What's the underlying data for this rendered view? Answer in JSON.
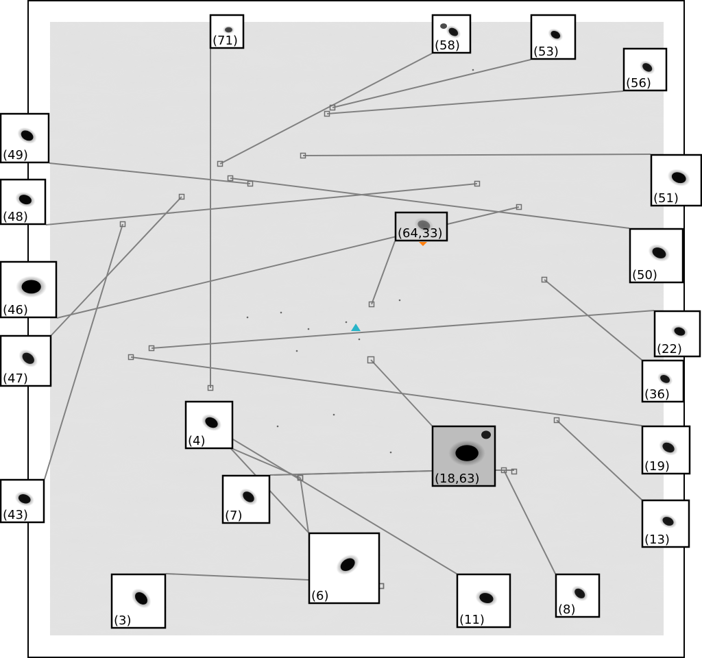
{
  "colors": {
    "frame": "#000000",
    "field_background": "#e1e1e1",
    "connector": "#808080",
    "marker": "#6e6e6e",
    "center_marker": "#28b4c8",
    "orange_marker": "#ff7f0e",
    "cutout_background": "#ffffff",
    "cutout_border": "#000000"
  },
  "field": {
    "center_marker_icon": "triangle-icon",
    "orange_marker_icon": "diamond-icon"
  },
  "cutouts": [
    {
      "id": "c71",
      "label": "(71)",
      "brightness": 0.62,
      "star_size": 0.11,
      "blob_angle": 0
    },
    {
      "id": "c58",
      "label": "(58)",
      "brightness": 0.85,
      "star_size": 0.13,
      "blob_angle": 35
    },
    {
      "id": "c53",
      "label": "(53)",
      "brightness": 0.9,
      "star_size": 0.11,
      "blob_angle": 30
    },
    {
      "id": "c56",
      "label": "(56)",
      "brightness": 0.85,
      "star_size": 0.12,
      "blob_angle": 35
    },
    {
      "id": "c49",
      "label": "(49)",
      "brightness": 0.95,
      "star_size": 0.13,
      "blob_angle": 30
    },
    {
      "id": "c51",
      "label": "(51)",
      "brightness": 0.95,
      "star_size": 0.14,
      "blob_angle": 20
    },
    {
      "id": "c48",
      "label": "(48)",
      "brightness": 0.95,
      "star_size": 0.14,
      "blob_angle": 20
    },
    {
      "id": "c64_33",
      "label": "(64,33)",
      "brightness": 0.4,
      "star_size": 0.12,
      "blob_angle": 20
    },
    {
      "id": "c50",
      "label": "(50)",
      "brightness": 0.9,
      "star_size": 0.13,
      "blob_angle": 25
    },
    {
      "id": "c46",
      "label": "(46)",
      "brightness": 1.0,
      "star_size": 0.17,
      "blob_angle": 0
    },
    {
      "id": "c22",
      "label": "(22)",
      "brightness": 0.9,
      "star_size": 0.12,
      "blob_angle": 20
    },
    {
      "id": "c47",
      "label": "(47)",
      "brightness": 0.85,
      "star_size": 0.13,
      "blob_angle": 40
    },
    {
      "id": "c36",
      "label": "(36)",
      "brightness": 0.85,
      "star_size": 0.12,
      "blob_angle": 30
    },
    {
      "id": "c4",
      "label": "(4)",
      "brightness": 0.95,
      "star_size": 0.14,
      "blob_angle": 30
    },
    {
      "id": "c18_63",
      "label": "(18,63)",
      "brightness": 1.0,
      "star_size": 0.18,
      "blob_angle": 0
    },
    {
      "id": "c19",
      "label": "(19)",
      "brightness": 0.85,
      "star_size": 0.13,
      "blob_angle": 30
    },
    {
      "id": "c7",
      "label": "(7)",
      "brightness": 0.9,
      "star_size": 0.13,
      "blob_angle": 40
    },
    {
      "id": "c43",
      "label": "(43)",
      "brightness": 0.9,
      "star_size": 0.14,
      "blob_angle": 20
    },
    {
      "id": "c13",
      "label": "(13)",
      "brightness": 0.85,
      "star_size": 0.12,
      "blob_angle": 25
    },
    {
      "id": "c6",
      "label": "(6)",
      "brightness": 0.95,
      "star_size": 0.11,
      "blob_angle": -35
    },
    {
      "id": "c3",
      "label": "(3)",
      "brightness": 0.95,
      "star_size": 0.13,
      "blob_angle": 45
    },
    {
      "id": "c11",
      "label": "(11)",
      "brightness": 0.9,
      "star_size": 0.13,
      "blob_angle": 15
    },
    {
      "id": "c8",
      "label": "(8)",
      "brightness": 0.85,
      "star_size": 0.13,
      "blob_angle": 40
    }
  ]
}
